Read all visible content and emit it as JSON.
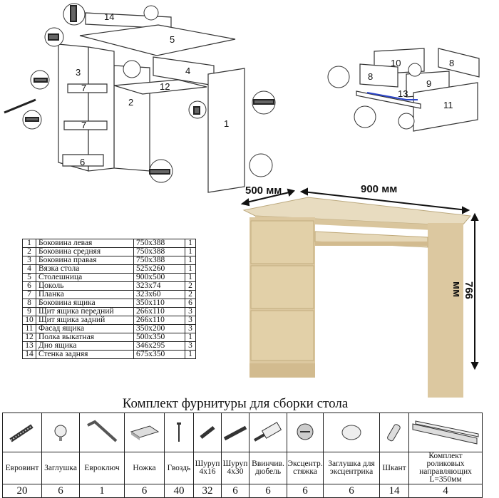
{
  "diagram": {
    "part_numbers": [
      "14",
      "5",
      "3",
      "4",
      "7",
      "12",
      "2",
      "7",
      "1",
      "6",
      "10",
      "8",
      "8",
      "9",
      "13",
      "11"
    ]
  },
  "dimensions": {
    "depth": "500 мм",
    "width": "900 мм",
    "height": "766 мм"
  },
  "parts_table": [
    {
      "n": "1",
      "name": "Боковина левая",
      "size": "750x388",
      "qty": "1"
    },
    {
      "n": "2",
      "name": "Боковина средняя",
      "size": "750x388",
      "qty": "1"
    },
    {
      "n": "3",
      "name": "Боковина правая",
      "size": "750x388",
      "qty": "1"
    },
    {
      "n": "4",
      "name": "Вязка стола",
      "size": "525x260",
      "qty": "1"
    },
    {
      "n": "5",
      "name": "Столешница",
      "size": "900x500",
      "qty": "1"
    },
    {
      "n": "6",
      "name": "Цоколь",
      "size": "323x74",
      "qty": "2"
    },
    {
      "n": "7",
      "name": "Планка",
      "size": "323x60",
      "qty": "2"
    },
    {
      "n": "8",
      "name": "Боковина ящика",
      "size": "350x110",
      "qty": "6"
    },
    {
      "n": "9",
      "name": "Щит ящика передний",
      "size": "266x110",
      "qty": "3"
    },
    {
      "n": "10",
      "name": "Щит ящика задний",
      "size": "266x110",
      "qty": "3"
    },
    {
      "n": "11",
      "name": "Фасад ящика",
      "size": "350x200",
      "qty": "3"
    },
    {
      "n": "12",
      "name": "Полка выкатная",
      "size": "500x350",
      "qty": "1"
    },
    {
      "n": "13",
      "name": "Дно ящика",
      "size": "346x295",
      "qty": "3"
    },
    {
      "n": "14",
      "name": "Стенка задняя",
      "size": "675x350",
      "qty": "1"
    }
  ],
  "kit": {
    "title": "Комплект фурнитуры для сборки стола",
    "items": [
      {
        "name": "Евровинт",
        "qty": "20",
        "icon": "euroscrew-icon"
      },
      {
        "name": "Заглушка",
        "qty": "6",
        "icon": "cap-icon"
      },
      {
        "name": "Евроключ",
        "qty": "1",
        "icon": "hex-key-icon"
      },
      {
        "name": "Ножка",
        "qty": "6",
        "icon": "foot-icon"
      },
      {
        "name": "Гвоздь",
        "qty": "40",
        "icon": "nail-icon"
      },
      {
        "name": "Шуруп 4x16",
        "qty": "32",
        "icon": "short-screw-icon"
      },
      {
        "name": "Шуруп 4x30",
        "qty": "6",
        "icon": "long-screw-icon"
      },
      {
        "name": "Ввинчив. дюбель",
        "qty": "6",
        "icon": "dowel-screw-icon"
      },
      {
        "name": "Эксцентр. стяжка",
        "qty": "6",
        "icon": "cam-lock-icon"
      },
      {
        "name": "Заглушка для эксцентрика",
        "qty": "6",
        "icon": "cam-cap-icon"
      },
      {
        "name": "Шкант",
        "qty": "14",
        "icon": "wood-dowel-icon"
      },
      {
        "name": "Комплект роликовых направляющих L=350мм",
        "qty": "4",
        "icon": "drawer-slide-icon"
      }
    ]
  }
}
